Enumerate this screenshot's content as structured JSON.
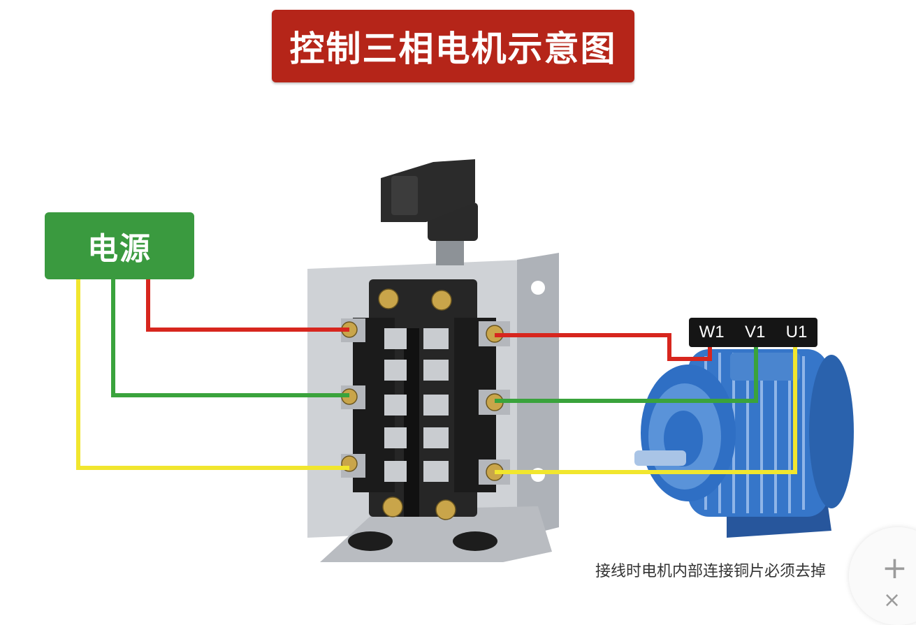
{
  "title": "控制三相电机示意图",
  "power_label": "电源",
  "motor_terminals": [
    "W1",
    "V1",
    "U1"
  ],
  "note": "接线时电机内部连接铜片必须去掉",
  "zoom": {
    "plus_icon": "+",
    "close_icon": "×"
  },
  "colors": {
    "title_bg": "#b52519",
    "power_bg": "#3a9a3f",
    "wire_red": "#d7261e",
    "wire_green": "#3aa33c",
    "wire_yellow": "#f1e62e",
    "motor_blue": "#2f6fc4"
  }
}
